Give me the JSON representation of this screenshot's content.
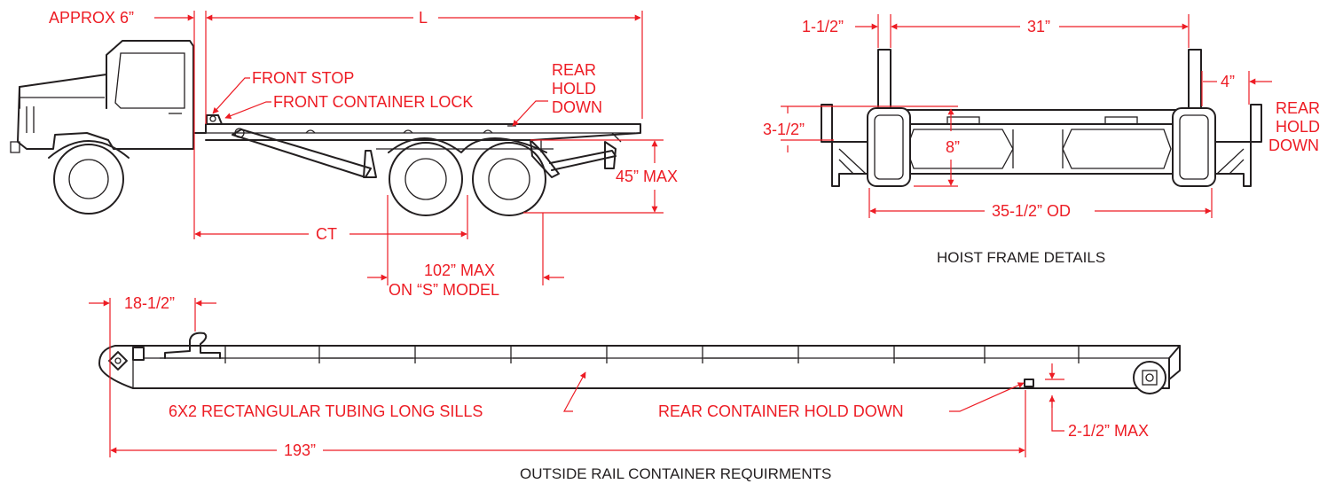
{
  "colors": {
    "line": "#231f20",
    "dimension": "#ed1c24",
    "background": "#ffffff"
  },
  "truck": {
    "approx": "APPROX 6”",
    "length": "L",
    "front_stop": "FRONT STOP",
    "front_lock": "FRONT CONTAINER LOCK",
    "rear_hold_1": "REAR",
    "rear_hold_2": "HOLD",
    "rear_hold_3": "DOWN",
    "max_height": "45” MAX",
    "ct": "CT",
    "wheelbase_1": "102” MAX",
    "wheelbase_2": "ON “S” MODEL"
  },
  "hoist": {
    "left_offset": "1-1/2”",
    "width": "31”",
    "right_offset": "4”",
    "rear_hold_1": "REAR",
    "rear_hold_2": "HOLD",
    "rear_hold_3": "DOWN",
    "rail_height": "3-1/2”",
    "frame_depth": "8”",
    "outer_width": "35-1/2” OD",
    "caption": "HOIST FRAME DETAILS"
  },
  "container": {
    "front_offset": "18-1/2”",
    "sills": "6X2 RECTANGULAR TUBING LONG SILLS",
    "rear_hold": "REAR CONTAINER HOLD DOWN",
    "hold_max": "2-1/2” MAX",
    "length": "193”",
    "caption": "OUTSIDE RAIL CONTAINER REQUIRMENTS"
  }
}
